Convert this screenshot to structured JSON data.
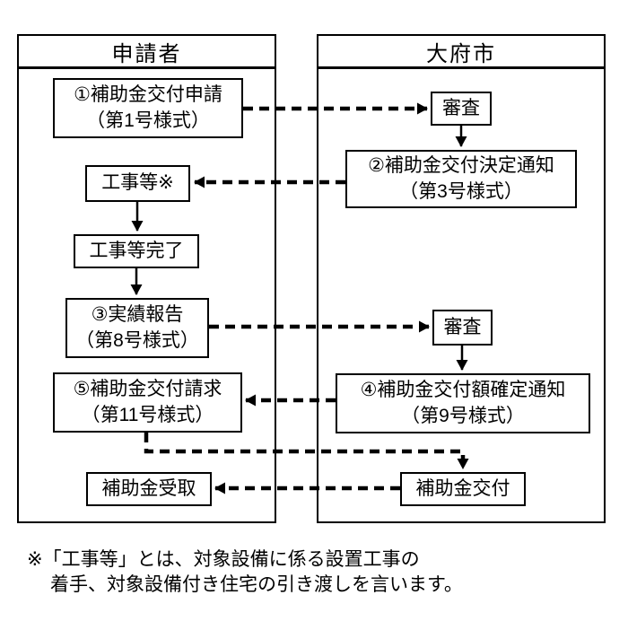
{
  "diagram": {
    "columns": {
      "applicant": {
        "header": "申請者"
      },
      "city": {
        "header": "大府市"
      }
    },
    "boxes": {
      "apply": "①補助金交付申請\n（第1号様式）",
      "construction": "工事等※",
      "construction_complete": "工事等完了",
      "report": "③実績報告\n（第8号様式）",
      "request": "⑤補助金交付請求\n（第11号様式）",
      "receive": "補助金受取",
      "review1": "審査",
      "decision_notice": "②補助金交付決定通知\n（第3号様式）",
      "review2": "審査",
      "amount_notice": "④補助金交付額確定通知\n（第9号様式）",
      "payment": "補助金交付"
    },
    "footnote": {
      "line1": "※「工事等」とは、対象設備に係る設置工事の",
      "line2": "着手、対象設備付き住宅の引き渡しを言います。"
    },
    "colors": {
      "line": "#000000",
      "background": "#ffffff"
    }
  }
}
